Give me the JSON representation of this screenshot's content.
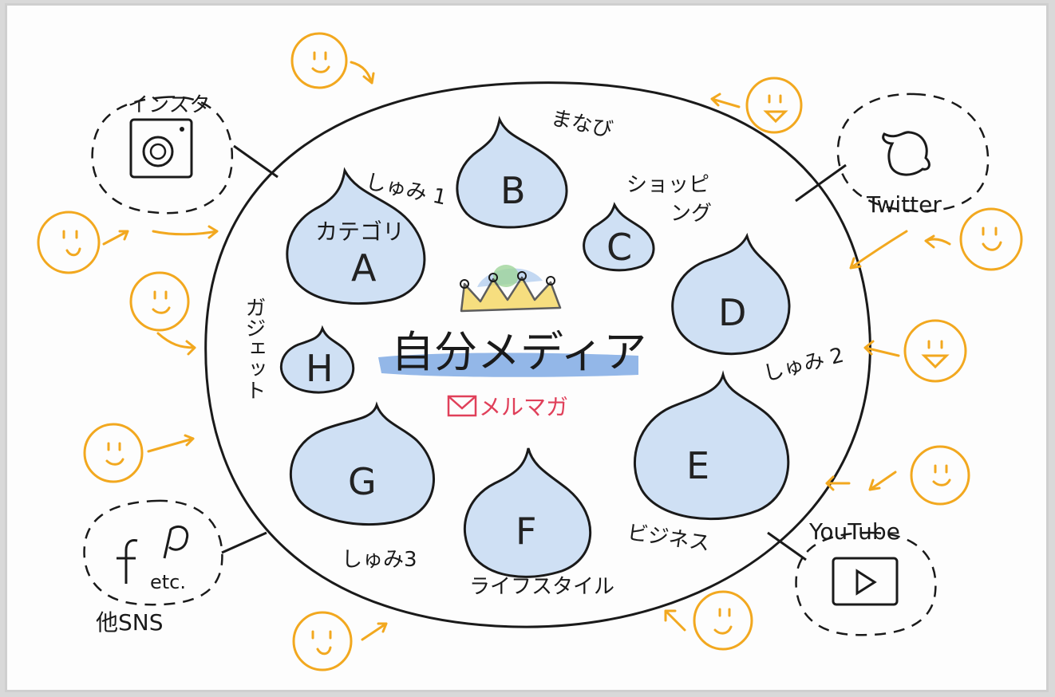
{
  "title": "自分メディア",
  "newsletter": "メルマガ",
  "categories": [
    {
      "letter": "A",
      "label": "カテゴリ",
      "note": "しゅみ 1"
    },
    {
      "letter": "B",
      "note": "まなび"
    },
    {
      "letter": "C",
      "note1": "ショッピ",
      "note2": "ング"
    },
    {
      "letter": "D",
      "note": "しゅみ 2"
    },
    {
      "letter": "E",
      "note": "ビジネス"
    },
    {
      "letter": "F",
      "note": "ライフスタイル"
    },
    {
      "letter": "G",
      "note": "しゅみ3"
    },
    {
      "letter": "H",
      "note": "ガジェット"
    }
  ],
  "channels": {
    "instagram": "インスタ",
    "twitter": "Twitter",
    "youtube": "YouTube",
    "other_etc": "etc.",
    "other_label": "他SNS"
  },
  "colors": {
    "accent_orange": "#f2a81f",
    "blob_blue": "#a9c8ec",
    "highlight_blue": "#6f9fe0",
    "mail_red": "#e0405a",
    "crown_gold": "#f4d24a"
  }
}
